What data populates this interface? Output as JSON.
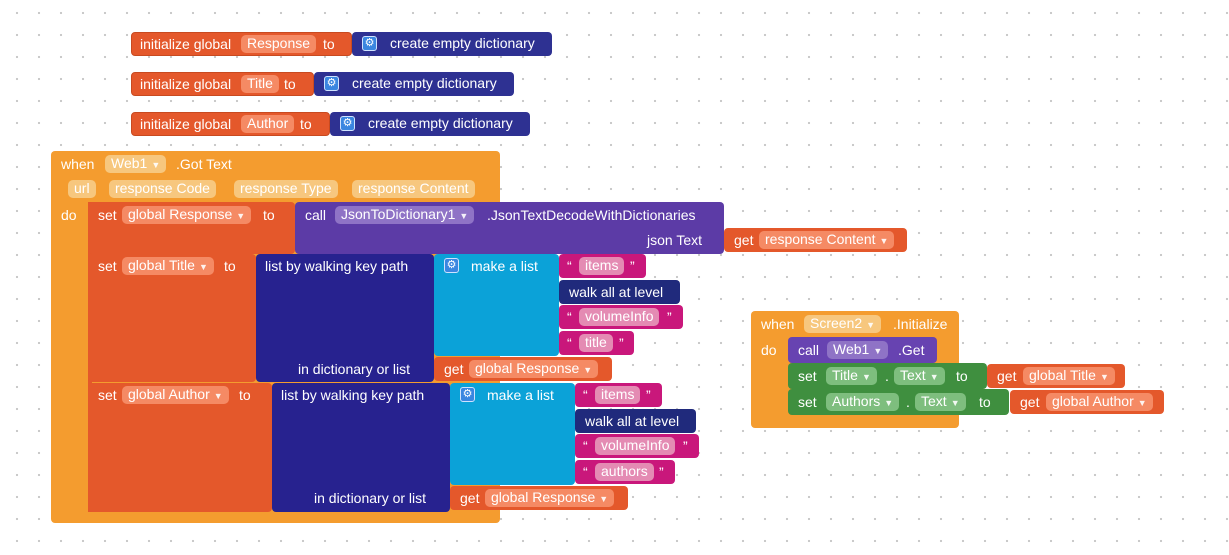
{
  "globals": [
    {
      "keyword": "initialize global",
      "name": "Response",
      "to": "to",
      "value": "create empty dictionary"
    },
    {
      "keyword": "initialize global",
      "name": "Title",
      "to": "to",
      "value": "create empty dictionary"
    },
    {
      "keyword": "initialize global",
      "name": "Author",
      "to": "to",
      "value": "create empty dictionary"
    }
  ],
  "web_event": {
    "when": "when",
    "component": "Web1",
    "event": ".Got Text",
    "params": [
      "url",
      "response Code",
      "response Type",
      "response Content"
    ],
    "do": "do",
    "set_response": {
      "set": "set",
      "var": "global Response",
      "to": "to",
      "call": "call",
      "component": "JsonToDictionary1",
      "method": ".JsonTextDecodeWithDictionaries",
      "arg_label": "json Text",
      "get": "get",
      "get_var": "response Content"
    },
    "set_title": {
      "set": "set",
      "var": "global Title",
      "to": "to",
      "walk": "list by walking key path",
      "make_list": "make a list",
      "items": [
        "items",
        "walk all at level",
        "volumeInfo",
        "title"
      ],
      "in_dict": "in dictionary or list",
      "get": "get",
      "get_var": "global Response"
    },
    "set_author": {
      "set": "set",
      "var": "global Author",
      "to": "to",
      "walk": "list by walking key path",
      "make_list": "make a list",
      "items": [
        "items",
        "walk all at level",
        "volumeInfo",
        "authors"
      ],
      "in_dict": "in dictionary or list",
      "get": "get",
      "get_var": "global Response"
    }
  },
  "screen_event": {
    "when": "when",
    "component": "Screen2",
    "event": ".Initialize",
    "do": "do",
    "call": "call",
    "call_component": "Web1",
    "call_method": ".Get",
    "set1": {
      "set": "set",
      "component": "Title",
      "dot": ".",
      "prop": "Text",
      "to": "to",
      "get": "get",
      "get_var": "global Title"
    },
    "set2": {
      "set": "set",
      "component": "Authors",
      "dot": ".",
      "prop": "Text",
      "to": "to",
      "get": "get",
      "get_var": "global Author"
    }
  },
  "quote_open": "“",
  "quote_close": "”",
  "colors": {
    "event": "#f49c2f",
    "variable": "#e4582b",
    "dictionary": "#2e3192",
    "list": "#27228f",
    "make_list": "#0ba2d8",
    "text": "#c9177b",
    "component": "#3f8f3f",
    "procedure": "#5c3ba6"
  }
}
